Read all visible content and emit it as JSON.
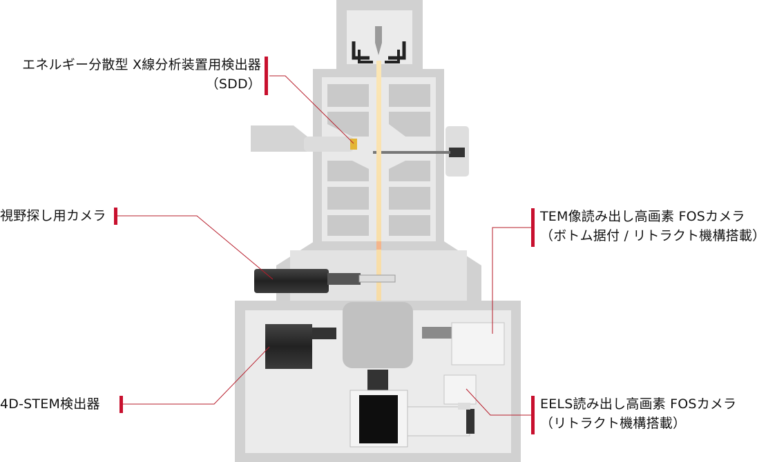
{
  "labels": {
    "sdd": {
      "line1": "エネルギー分散型 X線分析装置用検出器",
      "line2": "（SDD）"
    },
    "view_camera": "視野探し用カメラ",
    "stem": "4D-STEM検出器",
    "tem_camera": {
      "line1": "TEM像読み出し高画素 FOSカメラ",
      "line2": "（ボトム据付 / リトラクト機構搭載）"
    },
    "eels_camera": {
      "line1": "EELS読み出し高画素 FOSカメラ",
      "line2": "（リトラクト機構搭載）"
    }
  },
  "colors": {
    "accent": "#c8102e",
    "body": "#cfcfcf",
    "panel": "#ececec",
    "dark": "#2b2b2b",
    "beam": "#f5d9a0"
  }
}
